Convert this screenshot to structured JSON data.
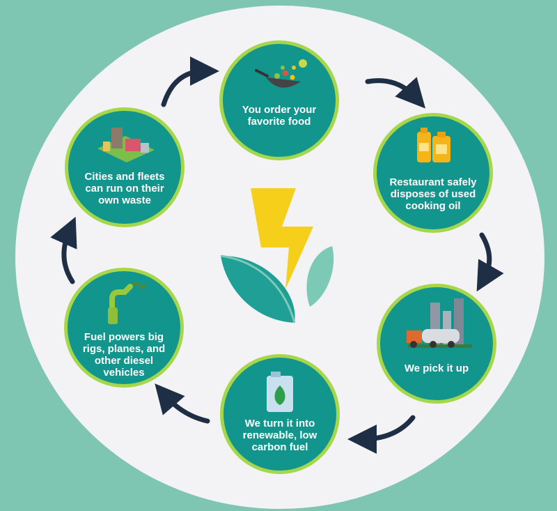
{
  "steps": [
    {
      "label": "You order your favorite food",
      "icon": "wok-pan-icon"
    },
    {
      "label": "Restaurant safely disposes of used cooking oil",
      "icon": "oil-bottles-icon"
    },
    {
      "label": "We pick it up",
      "icon": "tanker-truck-icon"
    },
    {
      "label": "We turn it into renewable, low carbon fuel",
      "icon": "fuel-can-icon"
    },
    {
      "label": "Fuel powers big rigs, planes, and other diesel vehicles",
      "icon": "fuel-nozzle-icon"
    },
    {
      "label": "Cities and fleets can run on their own waste",
      "icon": "city-blocks-icon"
    }
  ],
  "colors": {
    "background": "#7fc6b2",
    "ellipse": "#f3f3f6",
    "circle_fill": "#12958d",
    "circle_ring": "#a6d64a",
    "arrow": "#1e2f45",
    "bolt": "#f6cf1a"
  },
  "center_icon": "leaf-lightning-icon"
}
